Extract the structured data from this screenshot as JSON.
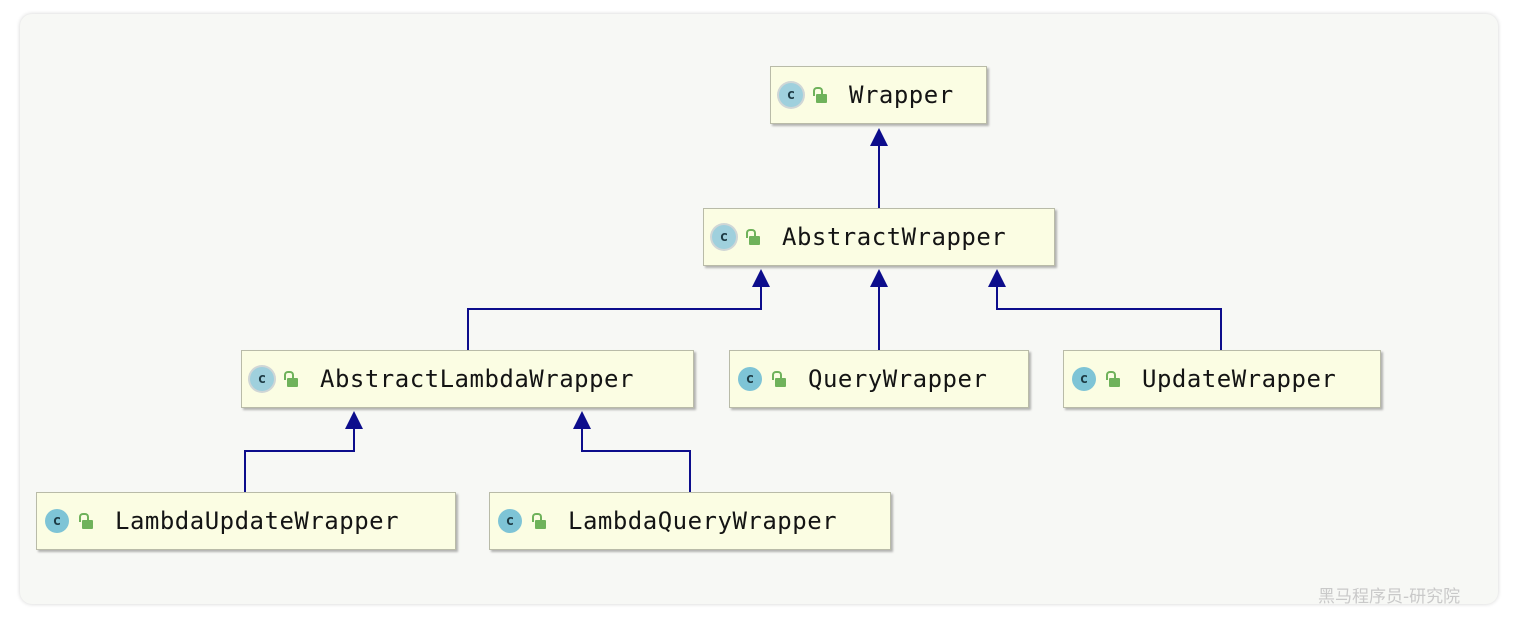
{
  "nodes": [
    {
      "id": "wrapper",
      "label": "Wrapper"
    },
    {
      "id": "abstract-wrapper",
      "label": "AbstractWrapper"
    },
    {
      "id": "abstract-lambda-wrapper",
      "label": "AbstractLambdaWrapper"
    },
    {
      "id": "query-wrapper",
      "label": "QueryWrapper"
    },
    {
      "id": "update-wrapper",
      "label": "UpdateWrapper"
    },
    {
      "id": "lambda-update-wrapper",
      "label": "LambdaUpdateWrapper"
    },
    {
      "id": "lambda-query-wrapper",
      "label": "LambdaQueryWrapper"
    }
  ],
  "edges": [
    {
      "from": "abstract-wrapper",
      "to": "wrapper"
    },
    {
      "from": "abstract-lambda-wrapper",
      "to": "abstract-wrapper"
    },
    {
      "from": "query-wrapper",
      "to": "abstract-wrapper"
    },
    {
      "from": "update-wrapper",
      "to": "abstract-wrapper"
    },
    {
      "from": "lambda-update-wrapper",
      "to": "abstract-lambda-wrapper"
    },
    {
      "from": "lambda-query-wrapper",
      "to": "abstract-lambda-wrapper"
    }
  ],
  "icons": {
    "class_letter": "c",
    "class_icon": "class-icon",
    "visibility_icon": "public-lock-icon"
  },
  "colors": {
    "edge": "#0d0d8c",
    "node_fill": "#fbfde3",
    "class_icon": "#7ec4d6",
    "lock": "#6fb25b"
  },
  "watermark": "黑马程序员-研究院"
}
